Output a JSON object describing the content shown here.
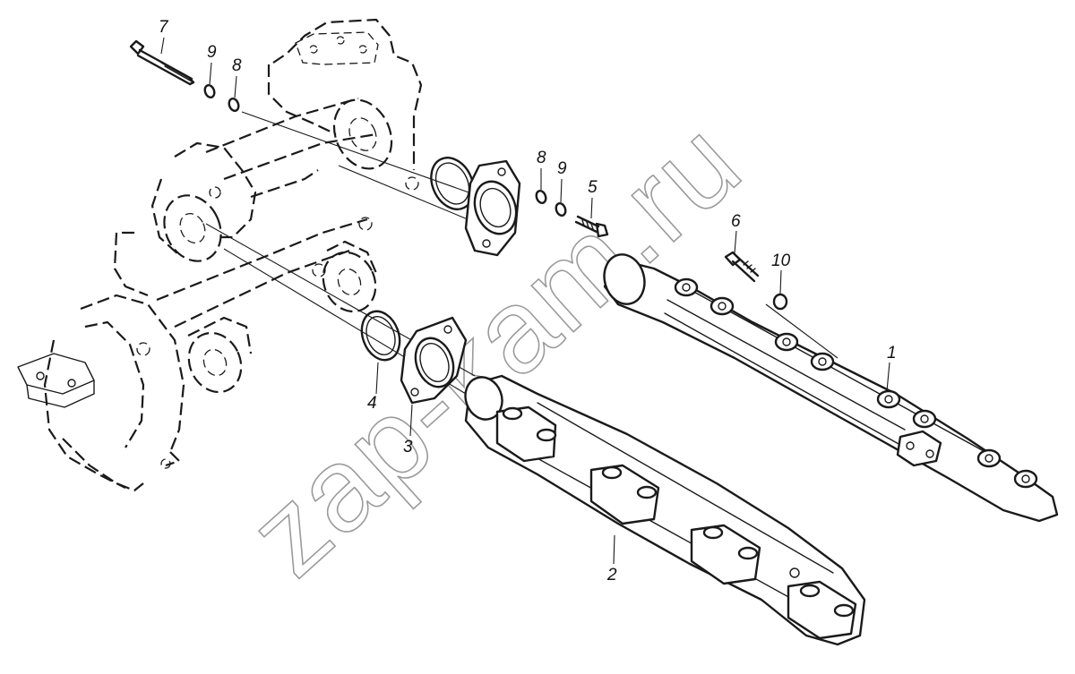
{
  "watermark": {
    "text": "zap-kam.ru"
  },
  "callouts": [
    {
      "id": "1",
      "label": "1",
      "part": "rear exhaust manifold"
    },
    {
      "id": "2",
      "label": "2",
      "part": "front exhaust manifold"
    },
    {
      "id": "3",
      "label": "3",
      "part": "flange gasket"
    },
    {
      "id": "4",
      "label": "4",
      "part": "sealing ring"
    },
    {
      "id": "5",
      "label": "5",
      "part": "bolt"
    },
    {
      "id": "6",
      "label": "6",
      "part": "bolt"
    },
    {
      "id": "7",
      "label": "7",
      "part": "long bolt"
    },
    {
      "id": "8a",
      "label": "8",
      "part": "washer"
    },
    {
      "id": "8b",
      "label": "8",
      "part": "washer"
    },
    {
      "id": "9a",
      "label": "9",
      "part": "spring washer"
    },
    {
      "id": "9b",
      "label": "9",
      "part": "spring washer"
    },
    {
      "id": "10",
      "label": "10",
      "part": "washer"
    }
  ],
  "colors": {
    "line": "#1a1a1a",
    "watermark": "#9a9a9a",
    "background": "#ffffff"
  }
}
